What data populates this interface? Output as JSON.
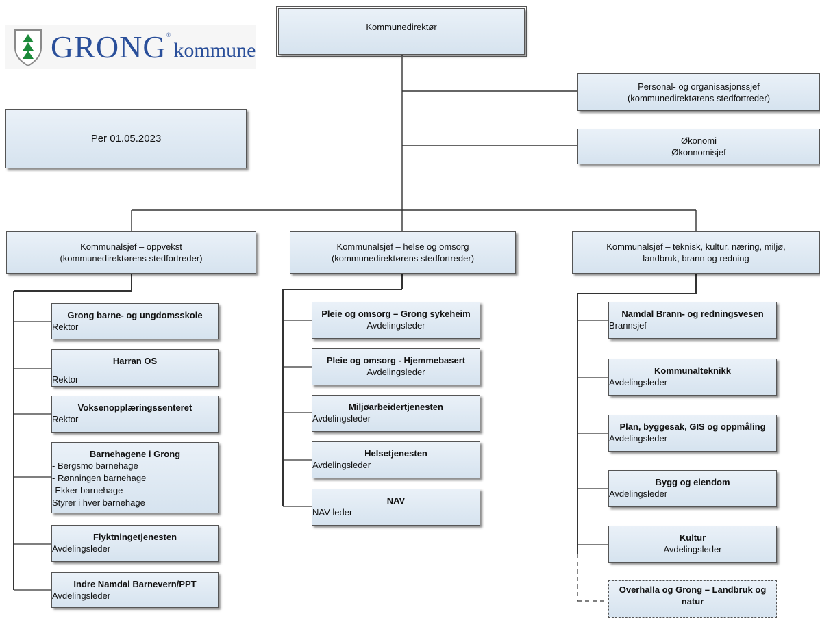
{
  "logo": {
    "name": "GRONG",
    "reg_mark": "®",
    "suffix": "kommune",
    "shield_icon": "tree-shield-icon",
    "color": "#2a4f9a"
  },
  "date_box": {
    "text": "Per 01.05.2023"
  },
  "top": {
    "label": "Kommunedirektør"
  },
  "staff": [
    {
      "line1": "Personal- og organisasjonssjef",
      "line2": "(kommunedirektørens stedfortreder)"
    },
    {
      "line1": "Økonomi",
      "line2": "Økonnomisjef"
    }
  ],
  "columns": [
    {
      "head_line1": "Kommunalsjef – oppvekst",
      "head_line2": "(kommunedirektørens stedfortreder)",
      "units": [
        {
          "title": "Grong barne- og ungdomsskole",
          "lines": [
            "Rektor"
          ]
        },
        {
          "title": "Harran OS",
          "lines": [
            "Rektor"
          ]
        },
        {
          "title": "Voksenopplæringssenteret",
          "lines": [
            "Rektor"
          ]
        },
        {
          "title": "Barnehagene i Grong",
          "lines": [
            "- Bergsmo barnehage",
            "- Rønningen barnehage",
            "-Ekker barnehage",
            "Styrer i hver barnehage"
          ]
        },
        {
          "title": "Flyktningetjenesten",
          "lines": [
            "Avdelingsleder"
          ]
        },
        {
          "title": "Indre Namdal Barnevern/PPT",
          "lines": [
            "Avdelingsleder"
          ]
        }
      ]
    },
    {
      "head_line1": "Kommunalsjef – helse og omsorg",
      "head_line2": "(kommunedirektørens stedfortreder)",
      "units": [
        {
          "title": "Pleie og omsorg – Grong sykeheim",
          "lines": [
            "Avdelingsleder"
          ]
        },
        {
          "title": "Pleie og omsorg - Hjemmebasert",
          "lines": [
            "Avdelingsleder"
          ]
        },
        {
          "title": "Miljøarbeidertjenesten",
          "lines": [
            "Avdelingsleder"
          ]
        },
        {
          "title": "Helsetjenesten",
          "lines": [
            "Avdelingsleder"
          ]
        },
        {
          "title": "NAV",
          "lines": [
            "NAV-leder"
          ]
        }
      ]
    },
    {
      "head_line1": "Kommunalsjef – teknisk, kultur, næring, miljø,",
      "head_line2": "landbruk, brann og redning",
      "units": [
        {
          "title": "Namdal Brann- og redningsvesen",
          "lines": [
            "Brannsjef"
          ]
        },
        {
          "title": "Kommunalteknikk",
          "lines": [
            "Avdelingsleder"
          ]
        },
        {
          "title": "Plan, byggesak, GIS og oppmåling",
          "lines": [
            "Avdelingsleder"
          ]
        },
        {
          "title": "Bygg og eiendom",
          "lines": [
            "Avdelingsleder"
          ]
        },
        {
          "title": "Kultur",
          "lines": [
            "Avdelingsleder"
          ]
        },
        {
          "title": "Overhalla og Grong – Landbruk og natur",
          "lines": []
        }
      ]
    }
  ],
  "colors": {
    "box_top": "#eaf1f8",
    "box_bottom": "#d6e3ef",
    "line": "#333333"
  }
}
